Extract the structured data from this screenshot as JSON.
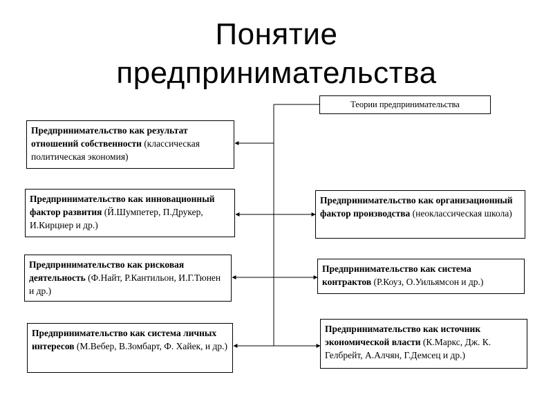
{
  "title": {
    "line1": "Понятие",
    "line2": "предпринимательства"
  },
  "header": "Теории предпринимательства",
  "left": [
    {
      "bold": "Предпринимательство как результат отношений собственности",
      "normal": " (классическая политическая экономия)"
    },
    {
      "bold": "Предпринимательство как инновационный фактор развития",
      "normal": " (Й.Шумпетер, П.Друкер, И.Кирцнер и др.)"
    },
    {
      "bold": "Предпринимательство как рисковая деятельность",
      "normal": " (Ф.Найт, Р.Кантильон, И.Г.Тюнен и др.)"
    },
    {
      "bold": "Предпринимательство как система личных интересов",
      "normal": " (М.Вебер, В.Зомбарт, Ф. Хайек, и др.)"
    }
  ],
  "right": [
    {
      "bold": "Предпринимательство как организационный фактор производства",
      "normal": " (неоклассическая школа)"
    },
    {
      "bold": "Предпринимательство как система контрактов",
      "normal": " (Р.Коуз, О.Уильямсон и др.)"
    },
    {
      "bold": "Предпринимательство как источник экономической власти",
      "normal": " (К.Маркс, Дж. К. Гелбрейт, А.Алчян, Г.Демсец и др.)"
    }
  ]
}
